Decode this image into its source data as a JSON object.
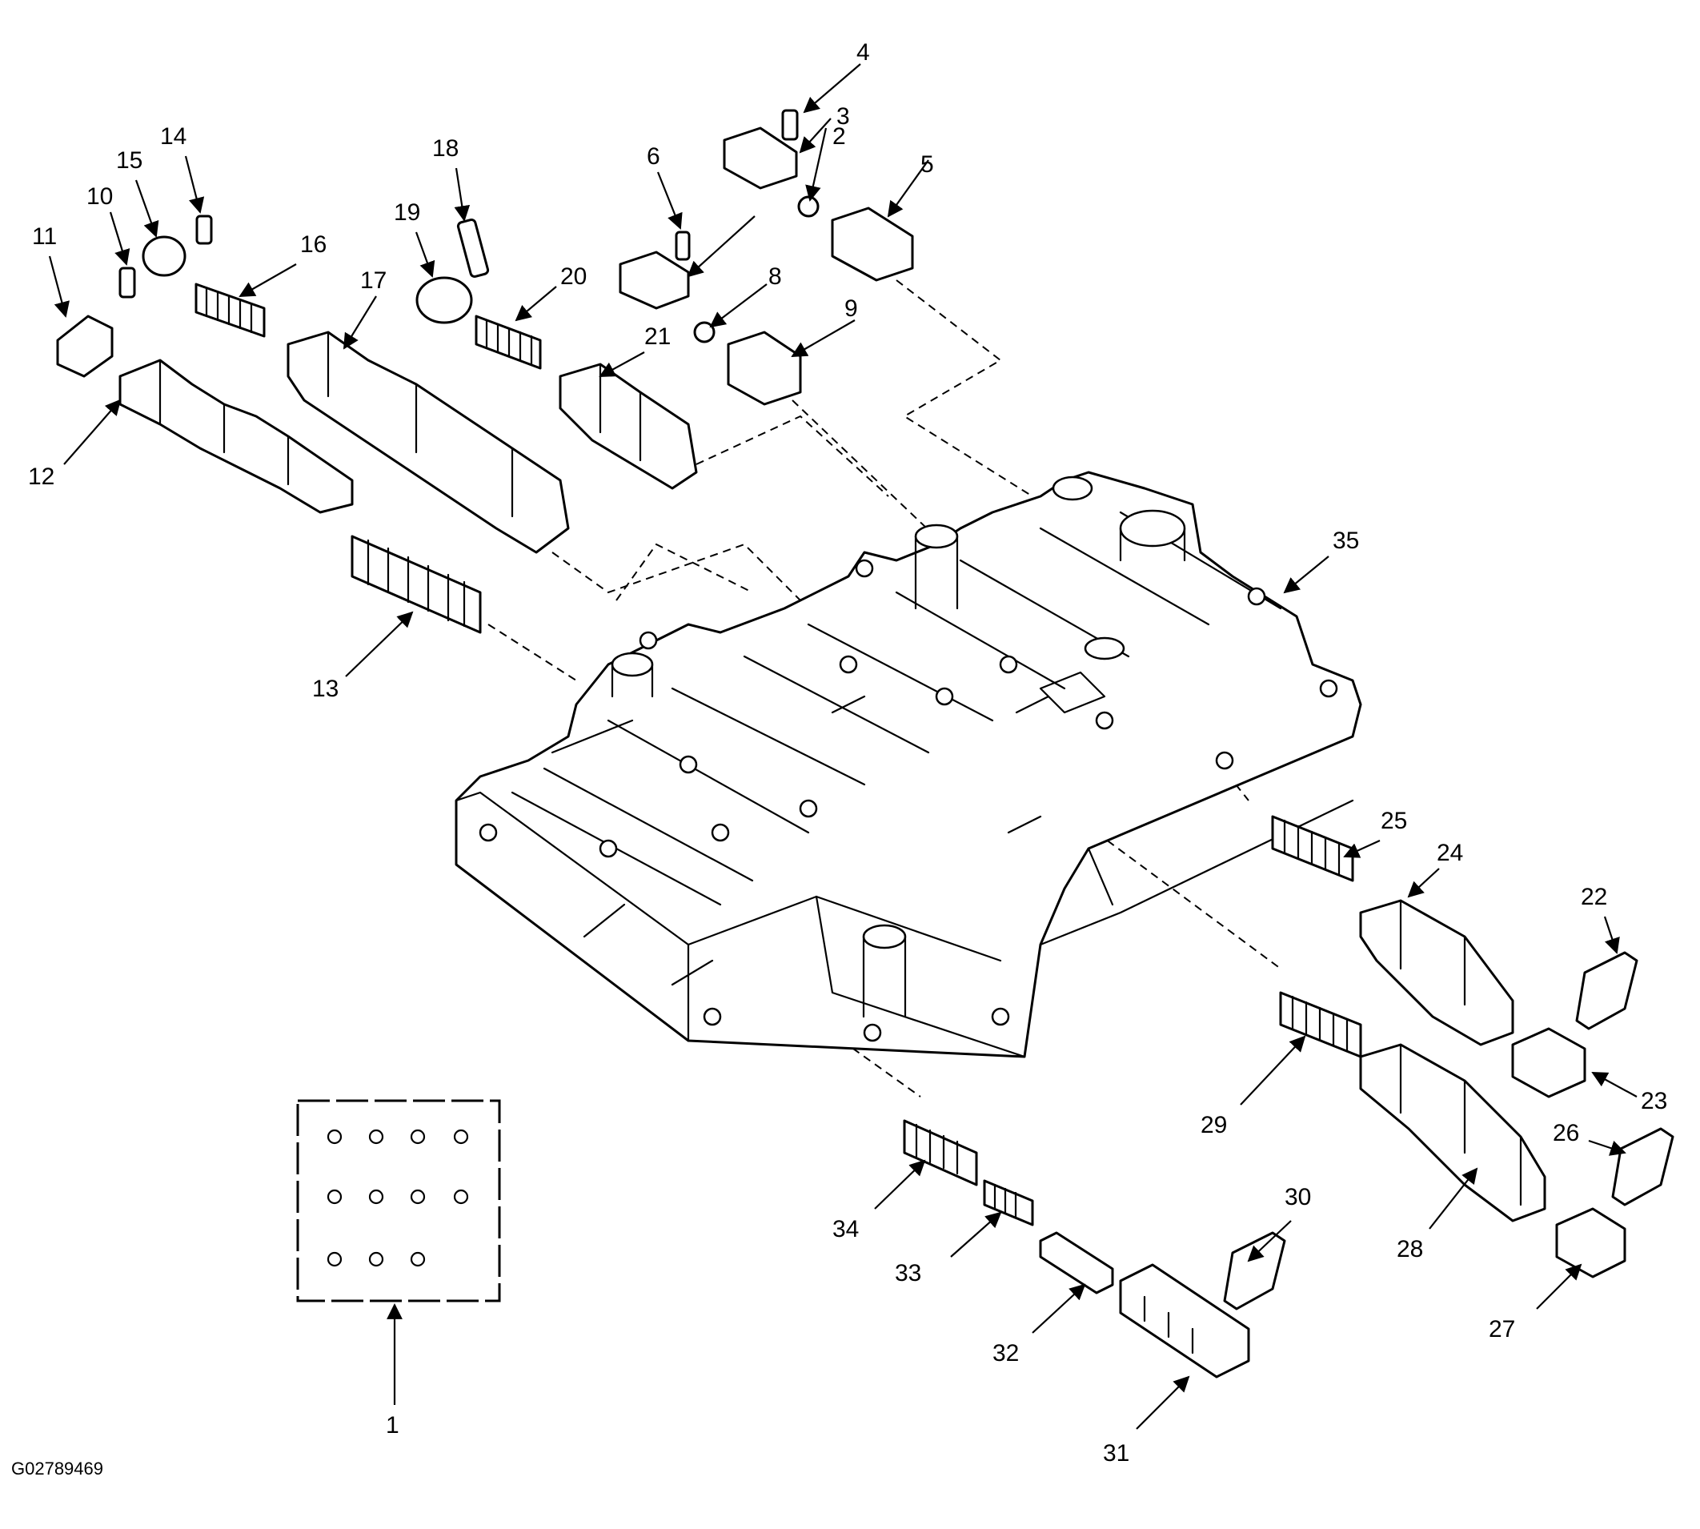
{
  "figure_id": "G02789469",
  "callouts": {
    "c1": "1",
    "c2": "2",
    "c3": "3",
    "c4": "4",
    "c5": "5",
    "c6": "6",
    "c8": "8",
    "c9": "9",
    "c10": "10",
    "c11": "11",
    "c12": "12",
    "c13": "13",
    "c14": "14",
    "c15": "15",
    "c16": "16",
    "c17": "17",
    "c18": "18",
    "c19": "19",
    "c20": "20",
    "c21": "21",
    "c22": "22",
    "c23": "23",
    "c24": "24",
    "c25": "25",
    "c26": "26",
    "c27": "27",
    "c28": "28",
    "c29": "29",
    "c30": "30",
    "c31": "31",
    "c32": "32",
    "c33": "33",
    "c34": "34",
    "c35": "35"
  },
  "colors": {
    "ink": "#000000",
    "paper": "#ffffff"
  }
}
